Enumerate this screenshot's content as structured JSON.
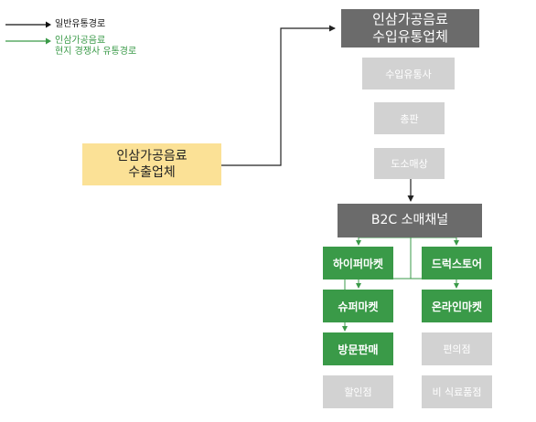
{
  "legend": {
    "general": "일반유통경로",
    "local_competitor": "인삼가공음료\n현지 경쟁사 유통경로",
    "colors": {
      "general": "#111111",
      "local_competitor": "#3a9a48"
    }
  },
  "exporter": "인삼가공음료\n수출업체",
  "importer": "인삼가공음료\n수입유통업체",
  "distribution_steps": [
    "수입유통사",
    "총판",
    "도소매상"
  ],
  "b2c_channel": "B2C 소매채널",
  "retail_channels": {
    "competitor": [
      "하이퍼마켓",
      "드럭스토어",
      "슈퍼마켓",
      "온라인마켓",
      "방문판매"
    ],
    "general_only": [
      "편의점",
      "할인점",
      "비 식료품점"
    ]
  },
  "colors": {
    "dark_box": "#6b6b6b",
    "light_box": "#d2d2d2",
    "green_box": "#3a9a48",
    "exporter_box": "#fbe196"
  }
}
